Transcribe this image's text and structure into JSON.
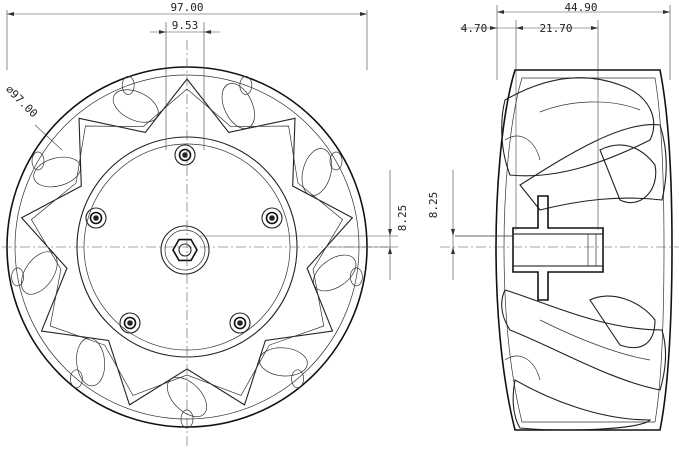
{
  "front_view": {
    "dim_overall_width": "97.00",
    "dim_hub_offset": "9.53",
    "dim_diameter": "⌀97.00",
    "dim_axis_offset": "8.25"
  },
  "side_view": {
    "dim_overall_width": "44.90",
    "dim_left_offset": "4.70",
    "dim_hub_width": "21.70",
    "dim_axis_offset": "8.25"
  }
}
